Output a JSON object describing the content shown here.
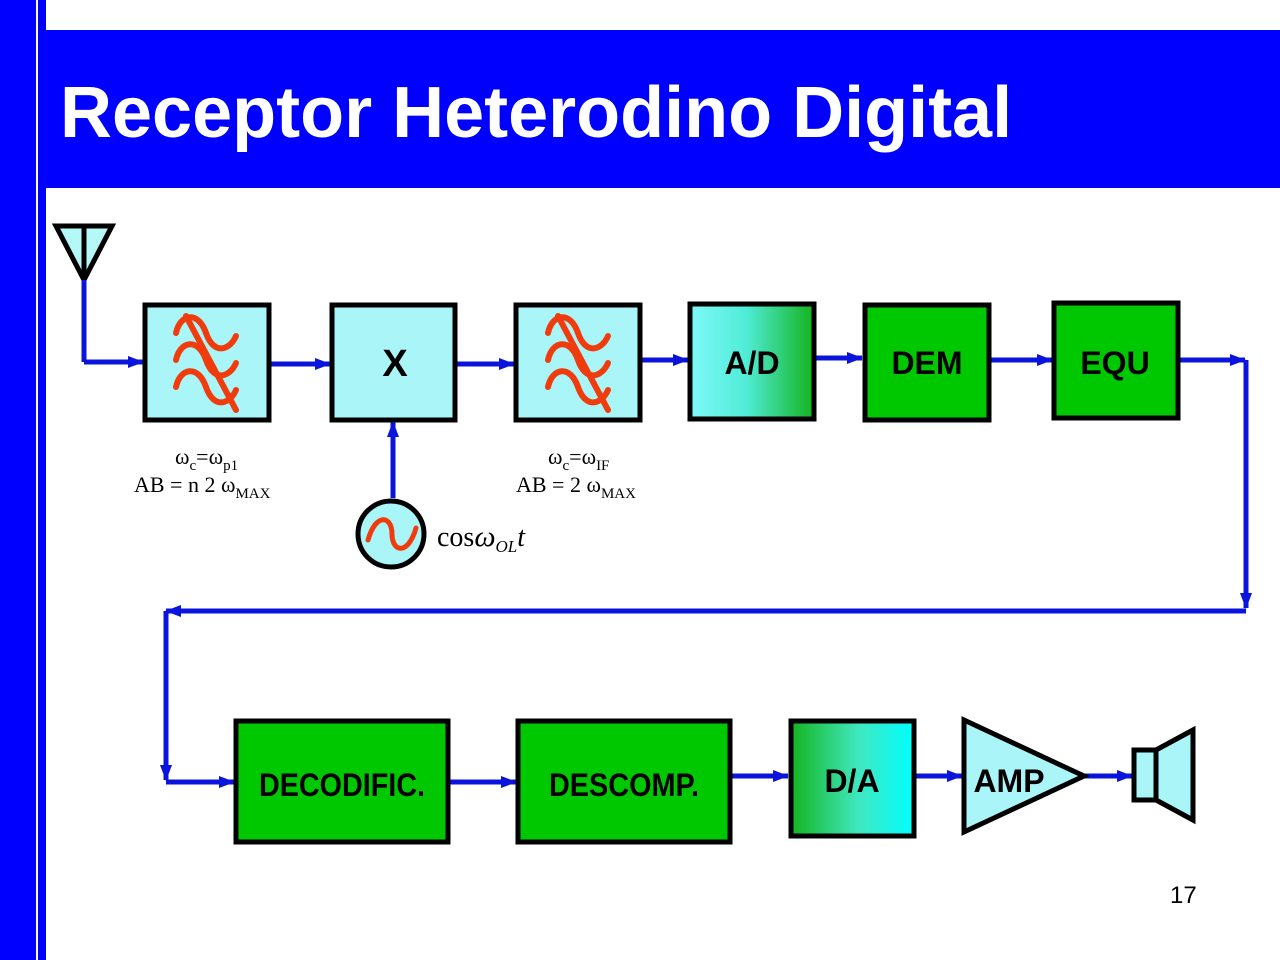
{
  "slide": {
    "title": "Receptor Heterodino Digital",
    "page_number": "17"
  },
  "blocks": {
    "mixer": "X",
    "ad": "A/D",
    "dem": "DEM",
    "equ": "EQU",
    "decodific": "DECODIFIC.",
    "descomp": "DESCOMP.",
    "da": "D/A",
    "amp": "AMP"
  },
  "labels": {
    "filter1": {
      "omega": "ω",
      "c": "c",
      "eq": "=",
      "p_sub": "p1",
      "ab": "AB = n 2 ",
      "max": "MAX"
    },
    "filter2": {
      "omega": "ω",
      "c": "c",
      "eq": "=",
      "if_sub": "IF",
      "ab": "AB = 2 ",
      "max": "MAX"
    },
    "oscillator": {
      "cos": "cos",
      "omega": "ω",
      "ol": "OL",
      "t": "t"
    }
  },
  "colors": {
    "brand_blue": "#0000ff",
    "block_cyan": "#aaf5f8",
    "block_green": "#00c800",
    "filter_symbol": "#f03c0c",
    "signal_line": "#0a14dc"
  }
}
